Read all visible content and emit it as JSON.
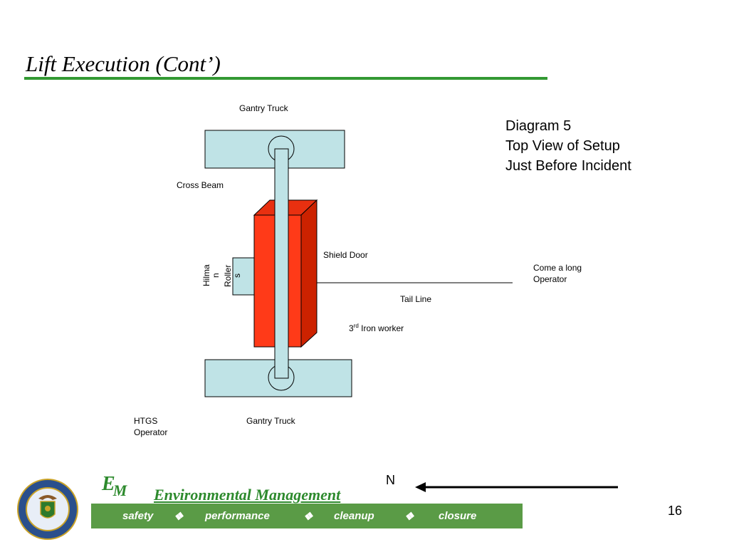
{
  "slide": {
    "title": "Lift Execution (Cont’)",
    "page_number": "16"
  },
  "diagram": {
    "caption": [
      "Diagram 5",
      "Top View of Setup",
      "Just Before Incident"
    ],
    "labels": {
      "gantry_truck_top": "Gantry Truck",
      "cross_beam": "Cross Beam",
      "shield_door": "Shield Door",
      "hilman_rollers": "Hilma n Roller s",
      "hilman_part1": "Hilma",
      "hilman_part2": "n",
      "hilman_part3": "Roller",
      "hilman_part4": "s",
      "come_a_long_line1": "Come a long",
      "come_a_long_line2": "Operator",
      "tail_line": "Tail Line",
      "iron_worker_num": "3",
      "iron_worker_sup": "rd",
      "iron_worker_text": " Iron worker",
      "htgs_line1": "HTGS",
      "htgs_line2": "Operator",
      "gantry_truck_bottom": "Gantry Truck",
      "north": "N"
    },
    "colors": {
      "truck_fill": "#bfe3e6",
      "door_front": "#ff3a18",
      "door_side": "#cc2200",
      "door_top": "#e83010"
    }
  },
  "footer": {
    "em_letter_e": "E",
    "em_letter_m": "M",
    "em_text": "Environmental Management",
    "bar_items": [
      "safety",
      "❖",
      "performance",
      "❖",
      "cleanup",
      "❖",
      "closure"
    ],
    "bar_color": "#5a9b46",
    "seal_icon": "doe-seal-icon"
  }
}
